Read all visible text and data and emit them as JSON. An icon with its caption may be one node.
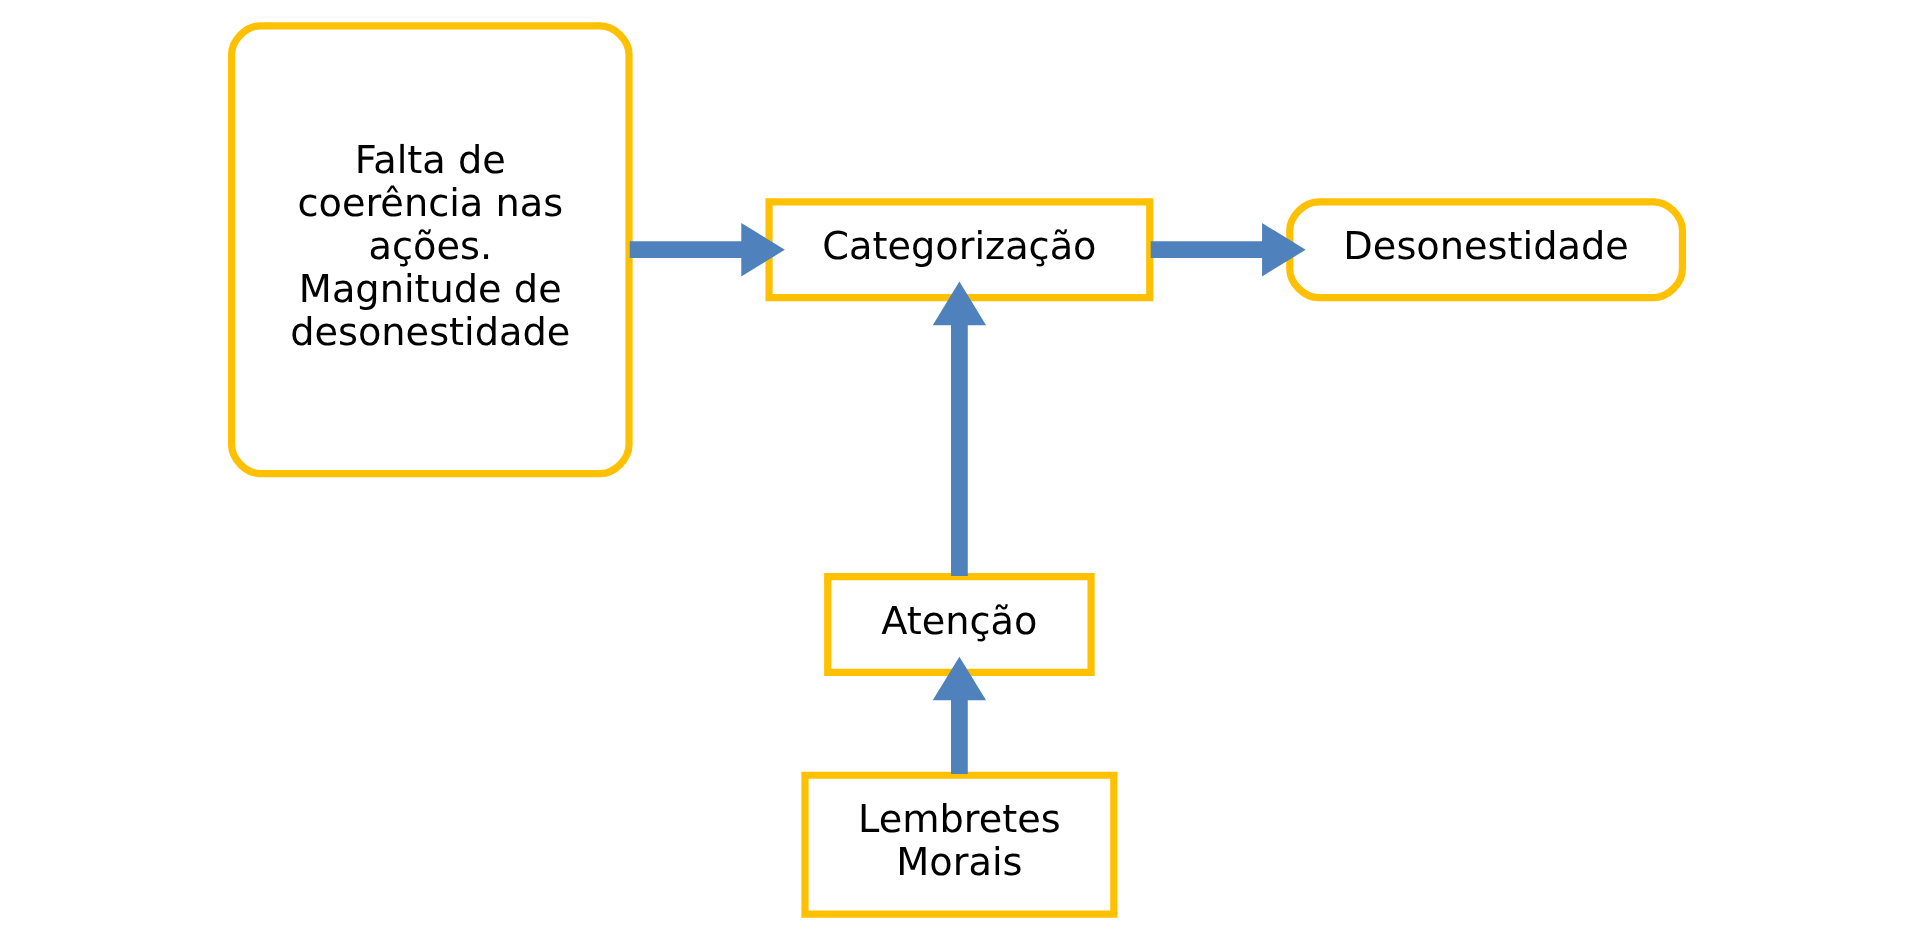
{
  "diagram": {
    "nodes": [
      {
        "text": [
          "Falta de coerência nas ações. Magnitude de desonestidade"
        ]
      },
      {
        "text": [
          "Categorização"
        ]
      },
      {
        "text": [
          "Desonestidade"
        ]
      },
      {
        "text": [
          "Atenção"
        ]
      },
      {
        "text": [
          "Lembretes Morais"
        ]
      }
    ],
    "edges": [
      {
        "from": 0,
        "to": 1,
        "arrow": "to"
      },
      {
        "from": 1,
        "to": 2,
        "arrow": "to"
      },
      {
        "from": 3,
        "to": 1,
        "arrow": "to"
      },
      {
        "from": 4,
        "to": 3,
        "arrow": "to"
      }
    ]
  }
}
